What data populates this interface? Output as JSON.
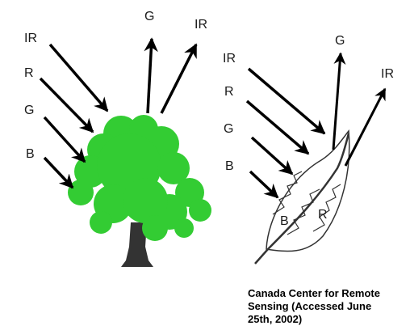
{
  "tree_panel": {
    "incoming_labels": [
      "IR",
      "R",
      "G",
      "B"
    ],
    "reflected_labels": [
      "G",
      "IR"
    ],
    "canopy_color": "#33cc33",
    "trunk_color": "#333333"
  },
  "leaf_panel": {
    "incoming_labels": [
      "IR",
      "R",
      "G",
      "B"
    ],
    "reflected_labels": [
      "G",
      "IR"
    ],
    "region_labels": [
      "B",
      "R"
    ]
  },
  "credit": {
    "line1": "Canada Center for Remote",
    "line2": "Sensing (Accessed June",
    "line3": "25th, 2002)"
  }
}
